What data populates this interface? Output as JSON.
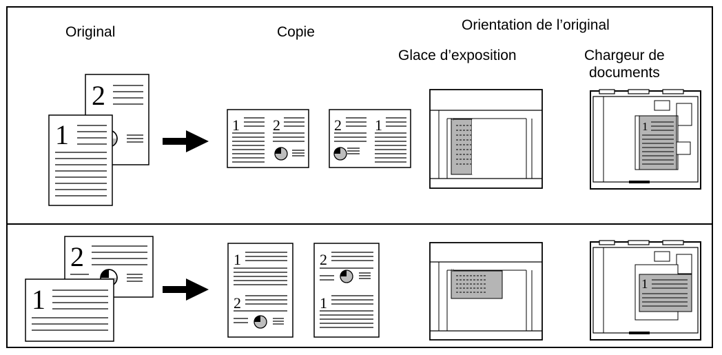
{
  "headers": {
    "original": "Original",
    "copie": "Copie",
    "orientation": "Orientation de l’original",
    "glace": "Glace d’exposition",
    "chargeur_line1": "Chargeur de",
    "chargeur_line2": "documents"
  },
  "page_numbers": {
    "one": "1",
    "two": "2"
  },
  "colors": {
    "line": "#000000",
    "fill_gray": "#bdbdbd",
    "paper": "#ffffff"
  }
}
